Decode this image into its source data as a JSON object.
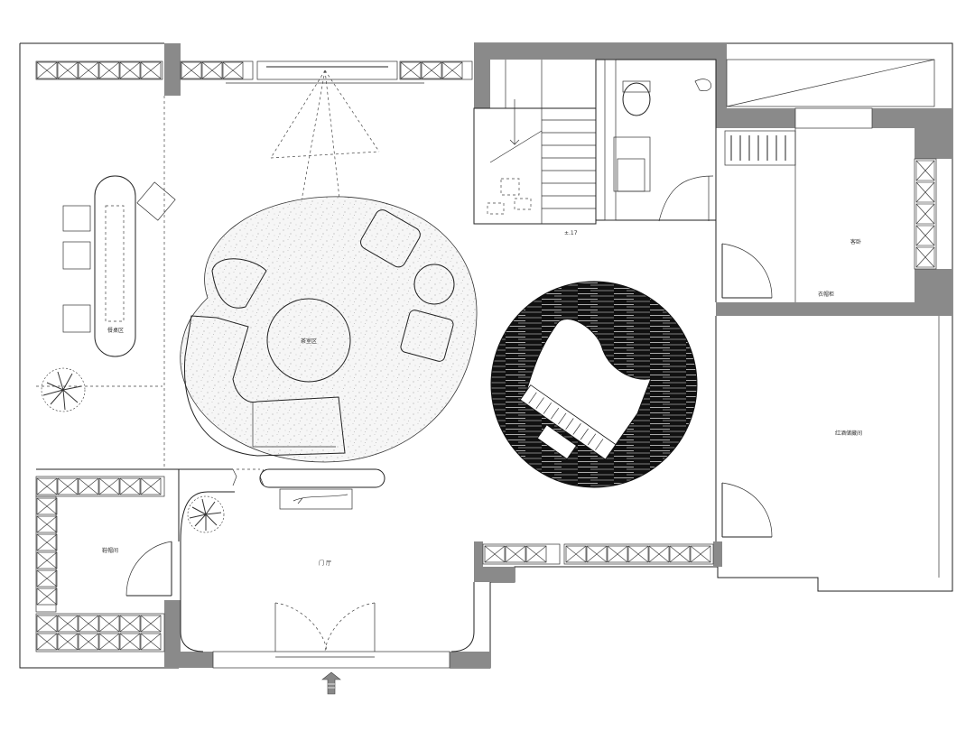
{
  "rooms": {
    "dining": "餐桌区",
    "tea": "茶室区",
    "piano": "钢琴区",
    "shoe": "鞋帽间",
    "foyer": "门 厅",
    "guest": "客卧",
    "wardrobe": "衣帽柜",
    "storage": "红酒储藏间"
  },
  "annotations": {
    "level": "±.17"
  },
  "colors": {
    "wall": "#8a8a8a",
    "line": "#222222",
    "rug": "#f4f4f4",
    "piano_rug": "#111111"
  },
  "icons": {
    "entry": "north-arrow-icon"
  }
}
